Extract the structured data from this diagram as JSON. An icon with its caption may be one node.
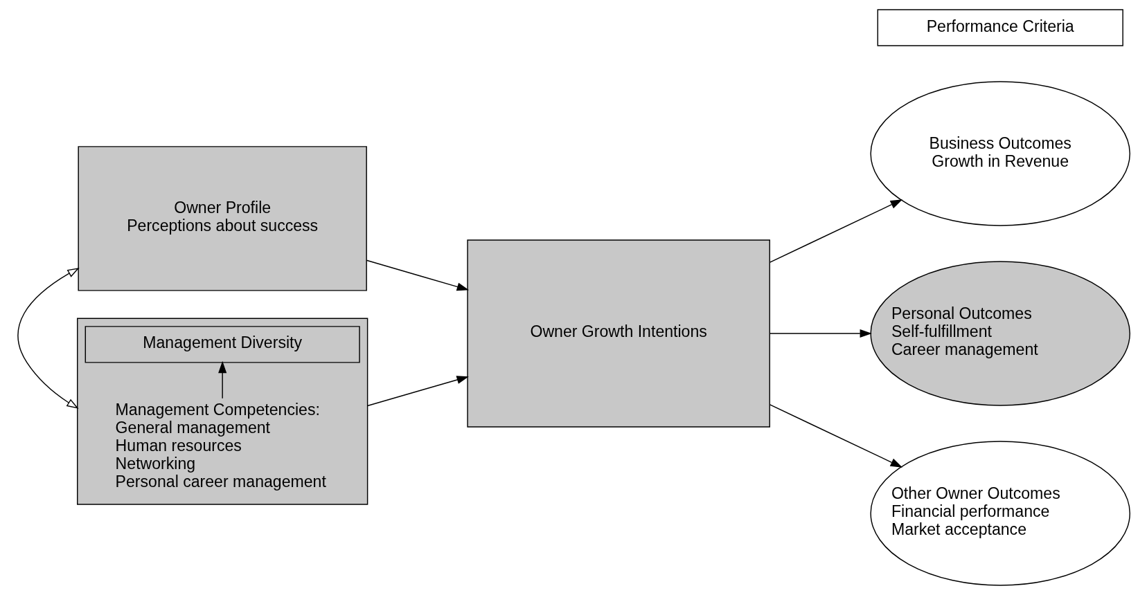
{
  "diagram": {
    "nodes": [
      {
        "text": [
          "Owner Profile",
          "Perceptions about success"
        ]
      },
      {
        "text": [],
        "shape": "box"
      },
      {
        "text": [
          "Management Diversity"
        ],
        "in": 1
      },
      {
        "text": [
          "Management Competencies:",
          "General management",
          "Human resources",
          "Networking",
          "Personal career management"
        ],
        "in": 1
      },
      {
        "text": [
          "Owner Growth Intentions"
        ]
      },
      {
        "text": [
          "Performance Criteria"
        ]
      },
      {
        "text": [
          "Business Outcomes",
          "Growth in Revenue"
        ]
      },
      {
        "text": [
          "Personal Outcomes",
          "Self-fulfillment",
          "Career management"
        ]
      },
      {
        "text": [
          "Other Owner Outcomes",
          "Financial performance",
          "Market acceptance"
        ]
      }
    ],
    "edges": [
      {
        "from": 0,
        "to": 4,
        "arrow": "to"
      },
      {
        "from": 1,
        "to": 4,
        "arrow": "to"
      },
      {
        "from": 0,
        "to": 1,
        "arrow": "both"
      },
      {
        "from": 3,
        "to": 2,
        "arrow": "to"
      },
      {
        "from": 4,
        "to": 6,
        "arrow": "to"
      },
      {
        "from": 4,
        "to": 7,
        "arrow": "to"
      },
      {
        "from": 4,
        "to": 8,
        "arrow": "to"
      }
    ]
  }
}
